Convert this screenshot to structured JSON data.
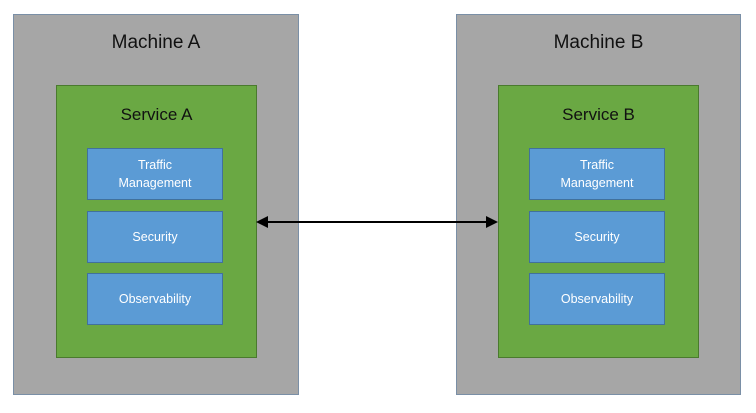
{
  "machines": [
    {
      "title": "Machine A",
      "service": {
        "title": "Service A",
        "modules": [
          "Traffic\nManagement",
          "Security",
          "Observability"
        ]
      }
    },
    {
      "title": "Machine B",
      "service": {
        "title": "Service B",
        "modules": [
          "Traffic\nManagement",
          "Security",
          "Observability"
        ]
      }
    }
  ],
  "connector": {
    "type": "bidirectional-arrow",
    "from": "Service A",
    "to": "Service B"
  },
  "colors": {
    "machine_fill": "#a6a6a6",
    "service_fill": "#6aa843",
    "module_fill": "#5b9bd5",
    "arrow": "#000000"
  }
}
